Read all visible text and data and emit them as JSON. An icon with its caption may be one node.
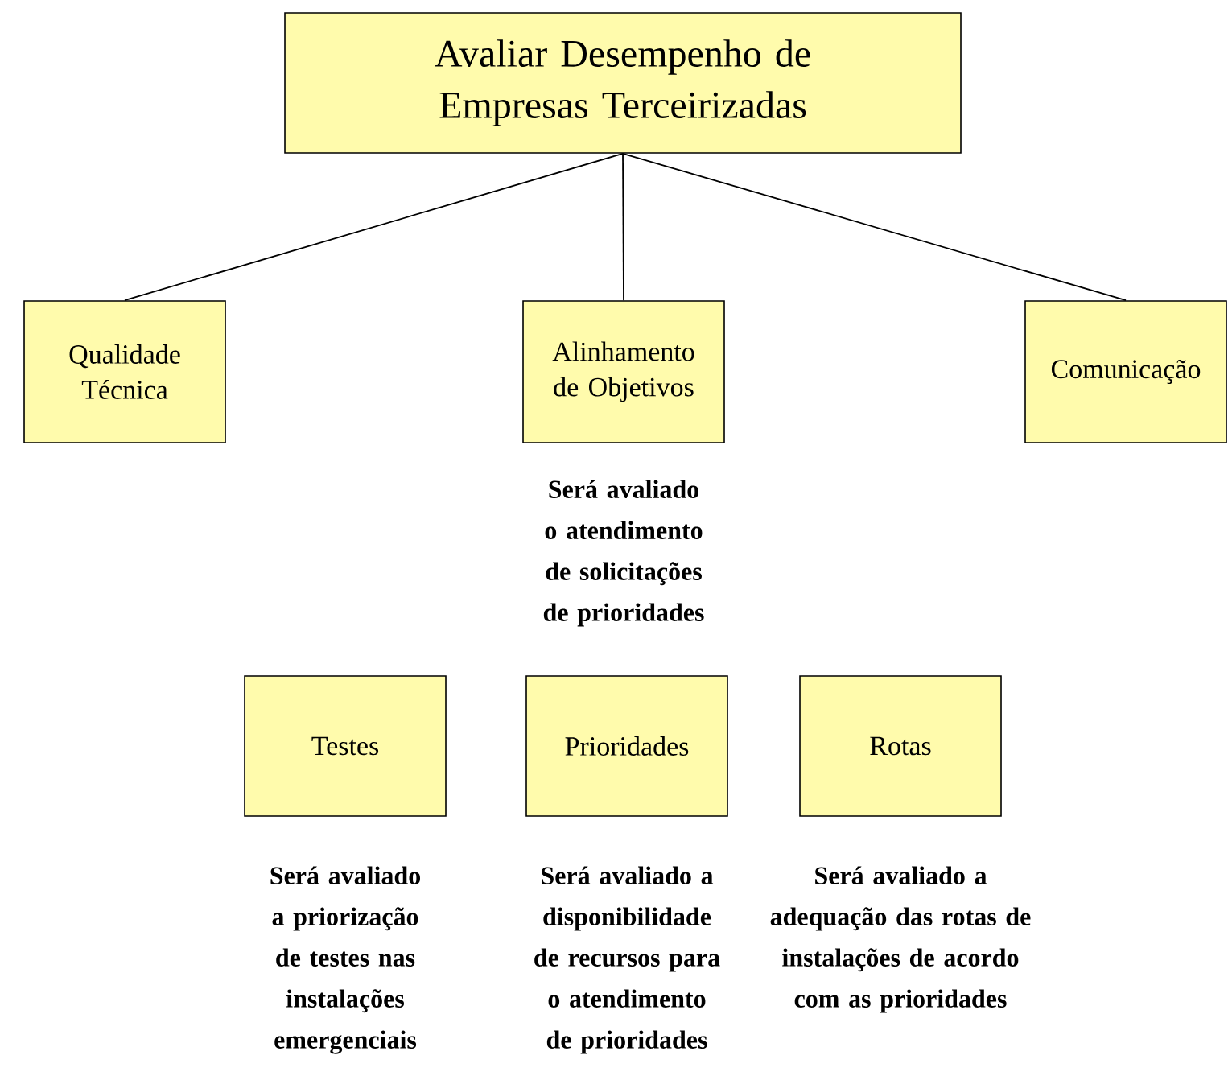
{
  "diagram": {
    "nodes": [
      {
        "text": [
          "Avaliar Desempenho de Empresas Terceirizadas"
        ]
      },
      {
        "text": [
          "Qualidade Técnica"
        ]
      },
      {
        "text": [
          "Alinhamento de Objetivos"
        ],
        "beside": [
          "Será avaliado o atendimento de solicitações de prioridades"
        ]
      },
      {
        "text": [
          "Comunicação"
        ]
      },
      {
        "text": [
          "Testes"
        ],
        "beside": [
          "Será avaliado a priorização de testes nas instalações emergenciais"
        ]
      },
      {
        "text": [
          "Prioridades"
        ],
        "beside": [
          "Será avaliado a disponibilidade de recursos para o atendimento de prioridades"
        ]
      },
      {
        "text": [
          "Rotas"
        ],
        "beside": [
          "Será avaliado a adequação das rotas de instalações de acordo com as prioridades"
        ]
      }
    ],
    "edges": [
      {
        "from": 0,
        "to": 1,
        "arrow": "none"
      },
      {
        "from": 0,
        "to": 2,
        "arrow": "none"
      },
      {
        "from": 0,
        "to": 3,
        "arrow": "none"
      }
    ]
  }
}
